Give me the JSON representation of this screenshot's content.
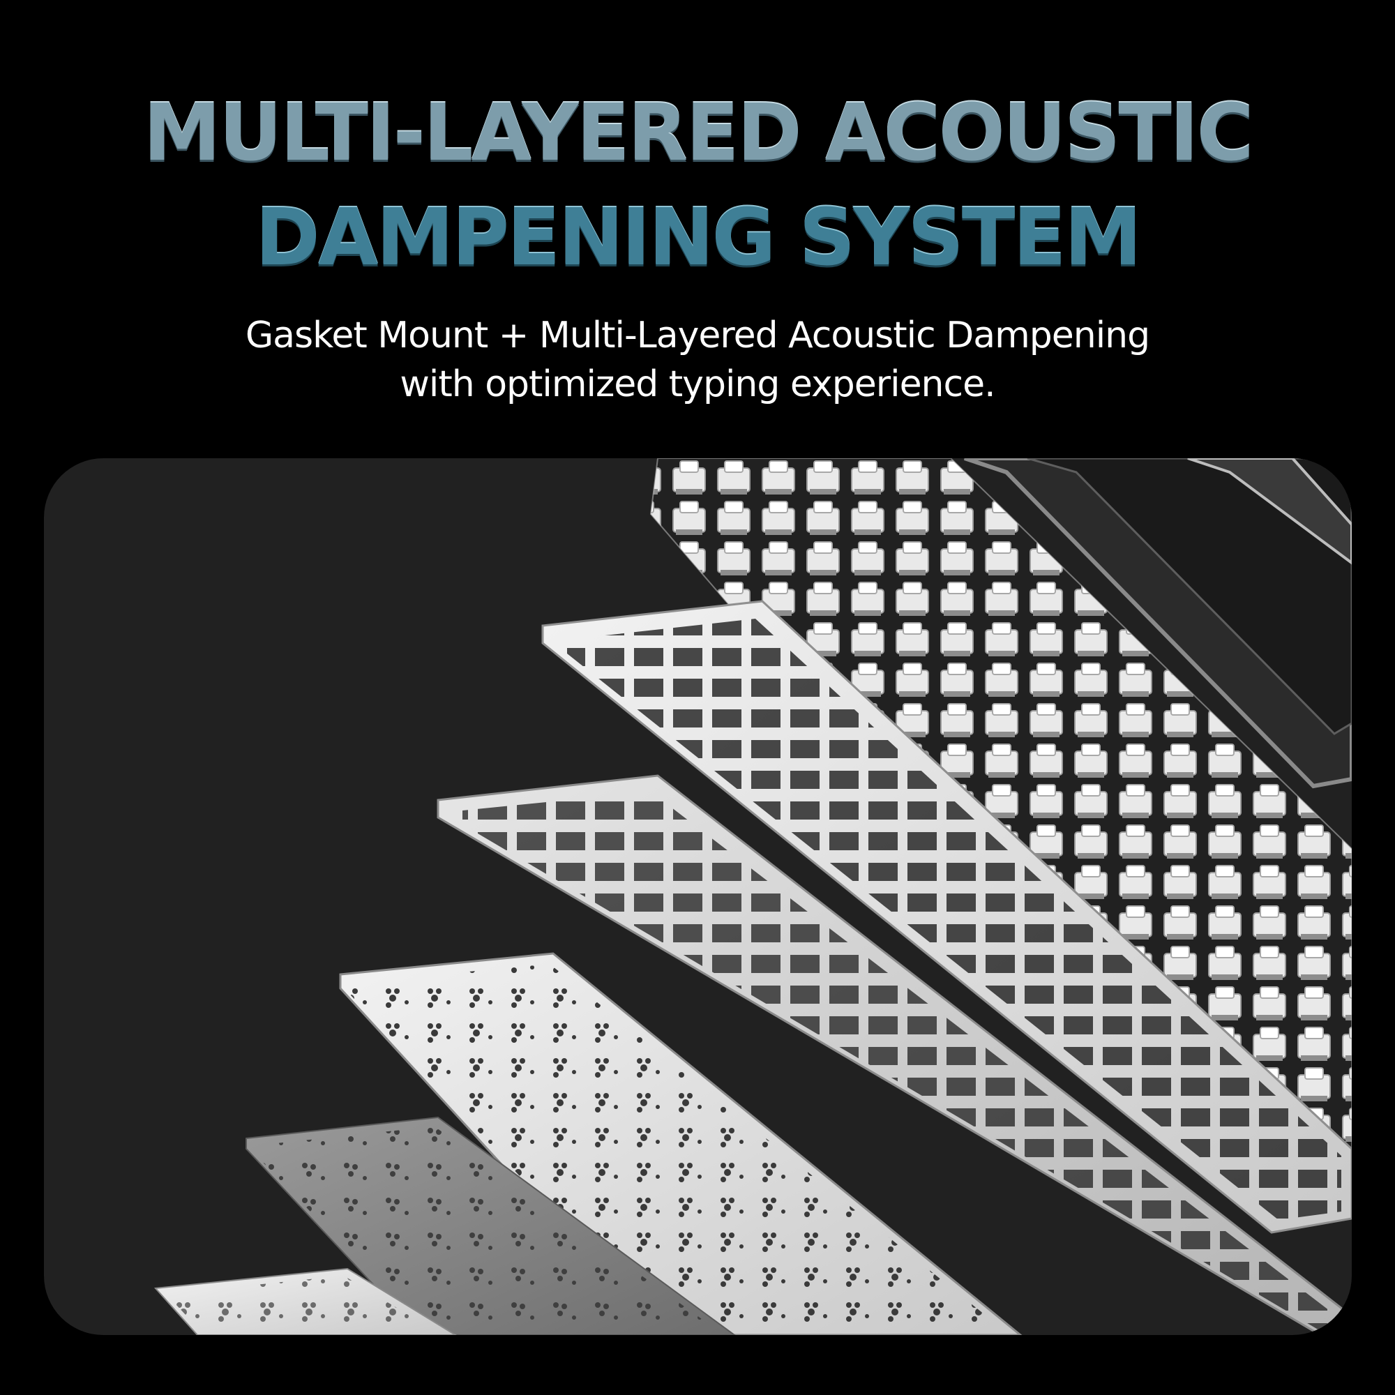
{
  "headline": {
    "line1": "MULTI-LAYERED ACOUSTIC",
    "line2": "DAMPENING SYSTEM"
  },
  "subtitle": {
    "line1": "Gasket Mount + Multi-Layered Acoustic Dampening",
    "line2": "with optimized typing experience."
  },
  "colors": {
    "background": "#000000",
    "panel": "#212121",
    "headline_line1": "#7d9dab",
    "headline_line2": "#3f7f96",
    "subtitle": "#ffffff"
  },
  "illustration": {
    "layers": [
      "case-frame",
      "switches",
      "switch-plate",
      "pcb",
      "foam-layer",
      "sound-pad",
      "bottom-foam"
    ]
  }
}
